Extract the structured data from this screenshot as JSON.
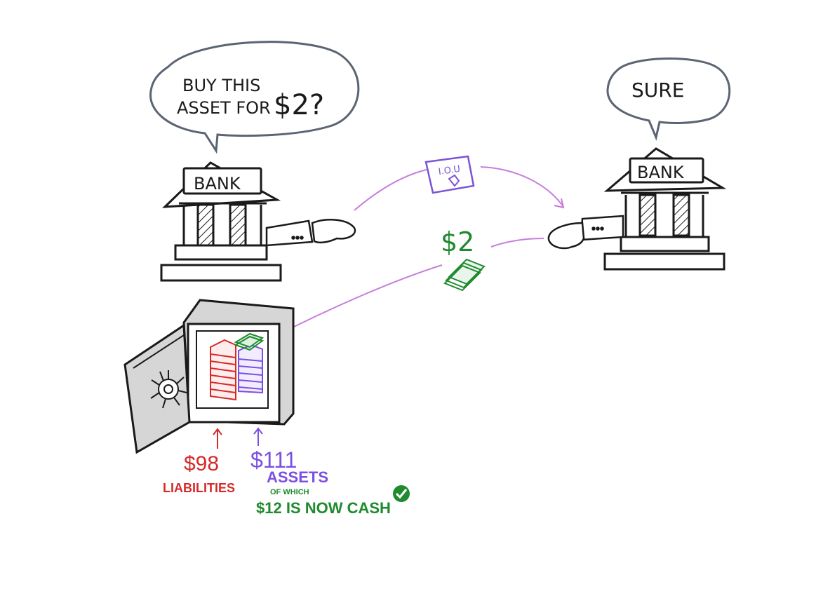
{
  "speech_left": {
    "line1": "BUY THIS",
    "line2": "ASSET FOR",
    "amount": "$2?"
  },
  "speech_right": {
    "text": "SURE"
  },
  "bank_left": {
    "sign": "BANK"
  },
  "bank_right": {
    "sign": "BANK"
  },
  "iou": {
    "text": "I.O.U"
  },
  "cash_transfer": {
    "amount": "$2"
  },
  "vault": {
    "liabilities": {
      "amount": "$98",
      "label": "LIABILITIES"
    },
    "assets": {
      "amount": "$111",
      "label": "ASSETS",
      "sub": "OF WHICH",
      "cash": "$12 IS NOW CASH"
    }
  },
  "colors": {
    "ink": "#1a1a1a",
    "bubble": "#5b6472",
    "arrow": "#c77ddb",
    "iou": "#7b54d6",
    "cash": "#1f8a2e",
    "liabilities": "#d42a2a",
    "assets": "#7b4fe0"
  },
  "icons": [
    "check-icon"
  ]
}
